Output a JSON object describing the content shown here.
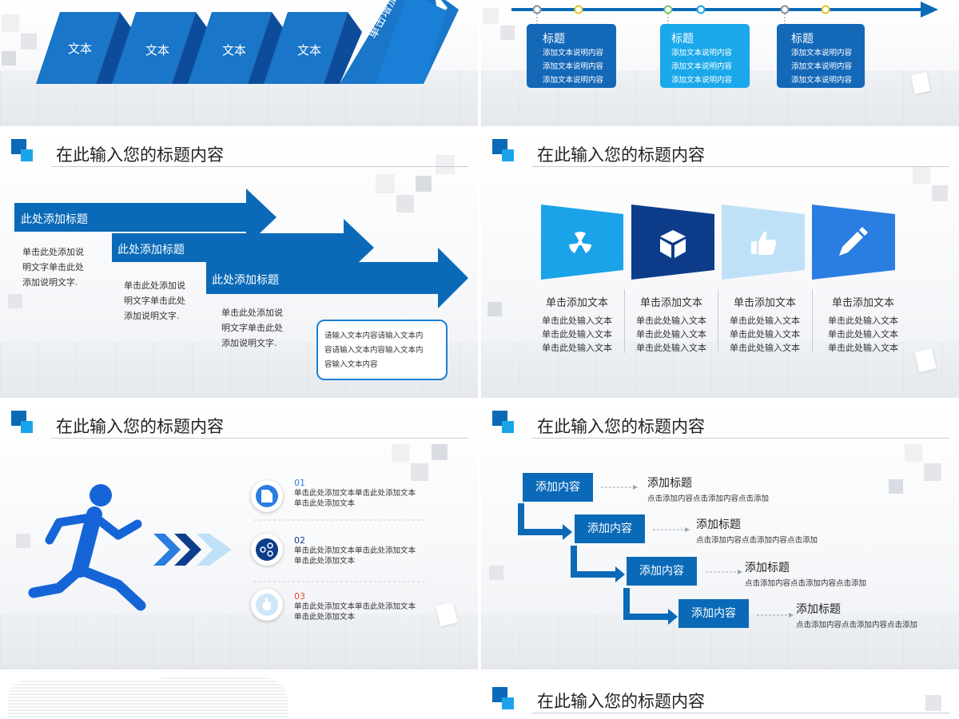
{
  "common": {
    "header_title": "在此输入您的标题内容"
  },
  "slide1": {
    "steps": [
      "文本",
      "文本",
      "文本",
      "文本"
    ],
    "arrow_label": "单击增加标题"
  },
  "slide2": {
    "cards": [
      {
        "title": "标题",
        "lines": [
          "添加文本说明内容",
          "添加文本说明内容",
          "添加文本说明内容"
        ]
      },
      {
        "title": "标题",
        "lines": [
          "添加文本说明内容",
          "添加文本说明内容",
          "添加文本说明内容"
        ]
      },
      {
        "title": "标题",
        "lines": [
          "添加文本说明内容",
          "添加文本说明内容",
          "添加文本说明内容"
        ]
      }
    ]
  },
  "slide3": {
    "arrows": [
      {
        "title": "此处添加标题",
        "desc": [
          "单击此处添加说",
          "明文字单击此处",
          "添加说明文字."
        ]
      },
      {
        "title": "此处添加标题",
        "desc": [
          "单击此处添加说",
          "明文字单击此处",
          "添加说明文字."
        ]
      },
      {
        "title": "此处添加标题",
        "desc": [
          "单击此处添加说",
          "明文字单击此处",
          "添加说明文字."
        ]
      }
    ],
    "callout": [
      "请输入文本内容请输入文本内",
      "容请输入文本内容输入文本内",
      "容输入文本内容"
    ]
  },
  "slide4": {
    "columns": [
      {
        "title": "单击添加文本",
        "lines": [
          "单击此处输入文本",
          "单击此处输入文本",
          "单击此处输入文本"
        ],
        "color": "#1aa3e8",
        "icon": "radiation-icon"
      },
      {
        "title": "单击添加文本",
        "lines": [
          "单击此处输入文本",
          "单击此处输入文本",
          "单击此处输入文本"
        ],
        "color": "#0d3d8a",
        "icon": "cube-icon"
      },
      {
        "title": "单击添加文本",
        "lines": [
          "单击此处输入文本",
          "单击此处输入文本",
          "单击此处输入文本"
        ],
        "color": "#bfe1f7",
        "icon": "thumbs-up-icon"
      },
      {
        "title": "单击添加文本",
        "lines": [
          "单击此处输入文本",
          "单击此处输入文本",
          "单击此处输入文本"
        ],
        "color": "#2a7de1",
        "icon": "pencil-icon"
      }
    ]
  },
  "slide5": {
    "items": [
      {
        "num": "01",
        "lines": [
          "单击此处添加文本单击此处添加文本",
          "单击此处添加文本"
        ],
        "num_color": "#2a7de1",
        "icon": "document-icon"
      },
      {
        "num": "02",
        "lines": [
          "单击此处添加文本单击此处添加文本",
          "单击此处添加文本"
        ],
        "num_color": "#0d3d8a",
        "icon": "share-icon"
      },
      {
        "num": "03",
        "lines": [
          "单击此处添加文本单击此处添加文本",
          "单击此处添加文本"
        ],
        "num_color": "#e0502b",
        "icon": "hand-icon"
      }
    ]
  },
  "slide6": {
    "steps": [
      {
        "box": "添加内容",
        "title": "添加标题",
        "desc": "点击添加内容点击添加内容点击添加"
      },
      {
        "box": "添加内容",
        "title": "添加标题",
        "desc": "点击添加内容点击添加内容点击添加"
      },
      {
        "box": "添加内容",
        "title": "添加标题",
        "desc": "点击添加内容点击添加内容点击添加"
      },
      {
        "box": "添加内容",
        "title": "添加标题",
        "desc": "点击添加内容点击添加内容点击添加"
      }
    ]
  },
  "colors": {
    "primary": "#0a6ab8",
    "accent": "#1aa3e8",
    "dark": "#0d3d8a"
  }
}
